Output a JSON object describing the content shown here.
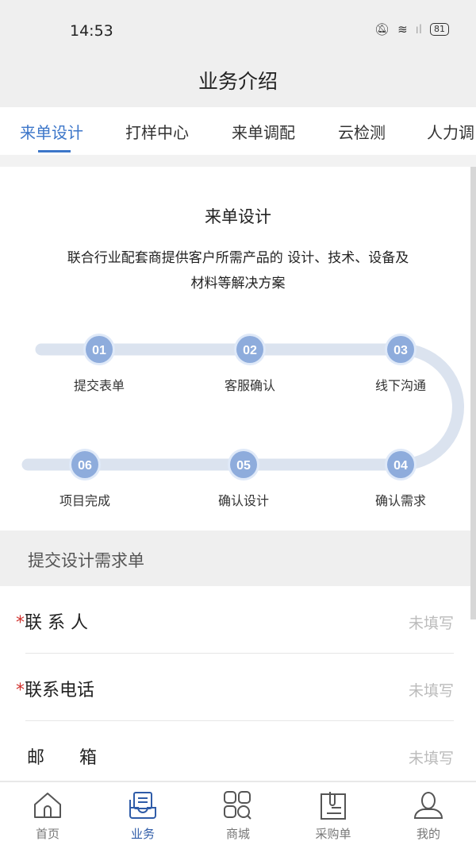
{
  "status_bar": {
    "time": "14:53",
    "battery": "81"
  },
  "header": {
    "title": "业务介绍"
  },
  "tabs": [
    {
      "label": "来单设计",
      "active": true
    },
    {
      "label": "打样中心"
    },
    {
      "label": "来单调配"
    },
    {
      "label": "云检测"
    },
    {
      "label": "人力调"
    }
  ],
  "intro": {
    "title": "来单设计",
    "description": "联合行业配套商提供客户所需产品的 设计、技术、设备及材料等解决方案"
  },
  "steps": [
    {
      "num": "01",
      "label": "提交表单"
    },
    {
      "num": "02",
      "label": "客服确认"
    },
    {
      "num": "03",
      "label": "线下沟通"
    },
    {
      "num": "04",
      "label": "确认需求"
    },
    {
      "num": "05",
      "label": "确认设计"
    },
    {
      "num": "06",
      "label": "项目完成"
    }
  ],
  "form": {
    "section_title": "提交设计需求单",
    "fields": [
      {
        "required_mark": "*",
        "label": "联 系 人",
        "value": "未填写"
      },
      {
        "required_mark": "*",
        "label": "联系电话",
        "value": "未填写"
      },
      {
        "required_mark": "",
        "label": "邮　　箱",
        "value": "未填写"
      }
    ]
  },
  "bottom_nav": [
    {
      "label": "首页",
      "icon": "home-icon"
    },
    {
      "label": "业务",
      "icon": "business-icon",
      "active": true
    },
    {
      "label": "商城",
      "icon": "mall-icon"
    },
    {
      "label": "采购单",
      "icon": "clipboard-icon"
    },
    {
      "label": "我的",
      "icon": "user-icon"
    }
  ],
  "colors": {
    "accent": "#3c76c9",
    "step_circle": "#8eacdc",
    "track": "#dbe3ef",
    "required": "#d0312d"
  }
}
